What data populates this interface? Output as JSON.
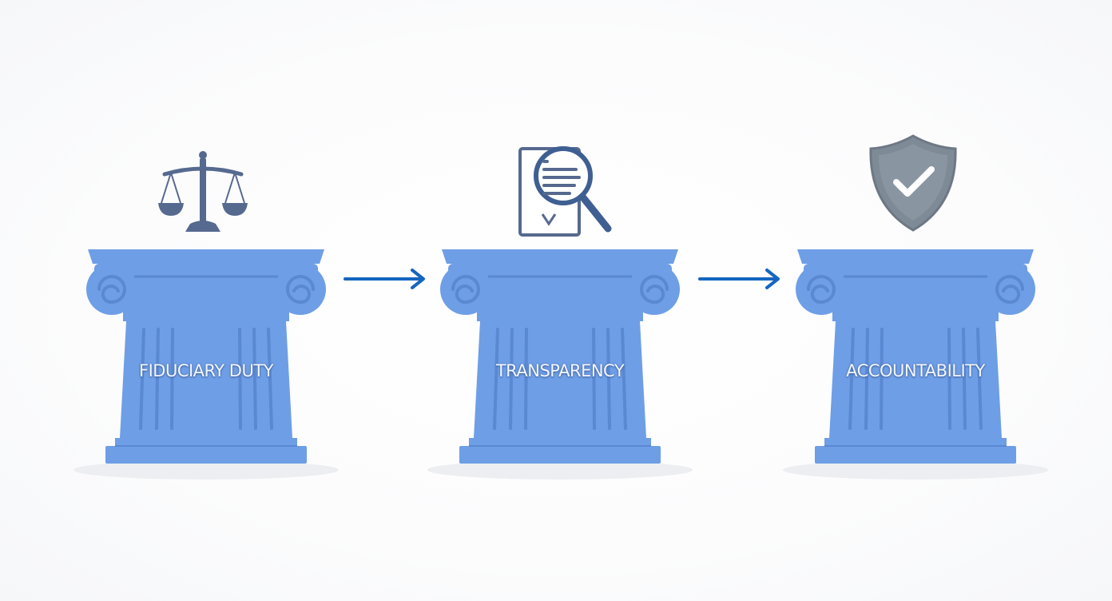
{
  "colors": {
    "pillar_fill": "#6e9ee6",
    "pillar_dark": "#5a88d2",
    "pillar_shadow": "#e8eaee",
    "arrow": "#1565c0",
    "icon_slate": "#4f6690",
    "icon_shield": "#7f8a97"
  },
  "pillars": [
    {
      "label": "FIDUCIARY DUTY",
      "icon": "scales-of-justice-icon"
    },
    {
      "label": "TRANSPARENCY",
      "icon": "document-magnifier-icon"
    },
    {
      "label": "ACCOUNTABILITY",
      "icon": "shield-check-icon"
    }
  ],
  "arrows": [
    {
      "from": "FIDUCIARY DUTY",
      "to": "TRANSPARENCY"
    },
    {
      "from": "TRANSPARENCY",
      "to": "ACCOUNTABILITY"
    }
  ]
}
